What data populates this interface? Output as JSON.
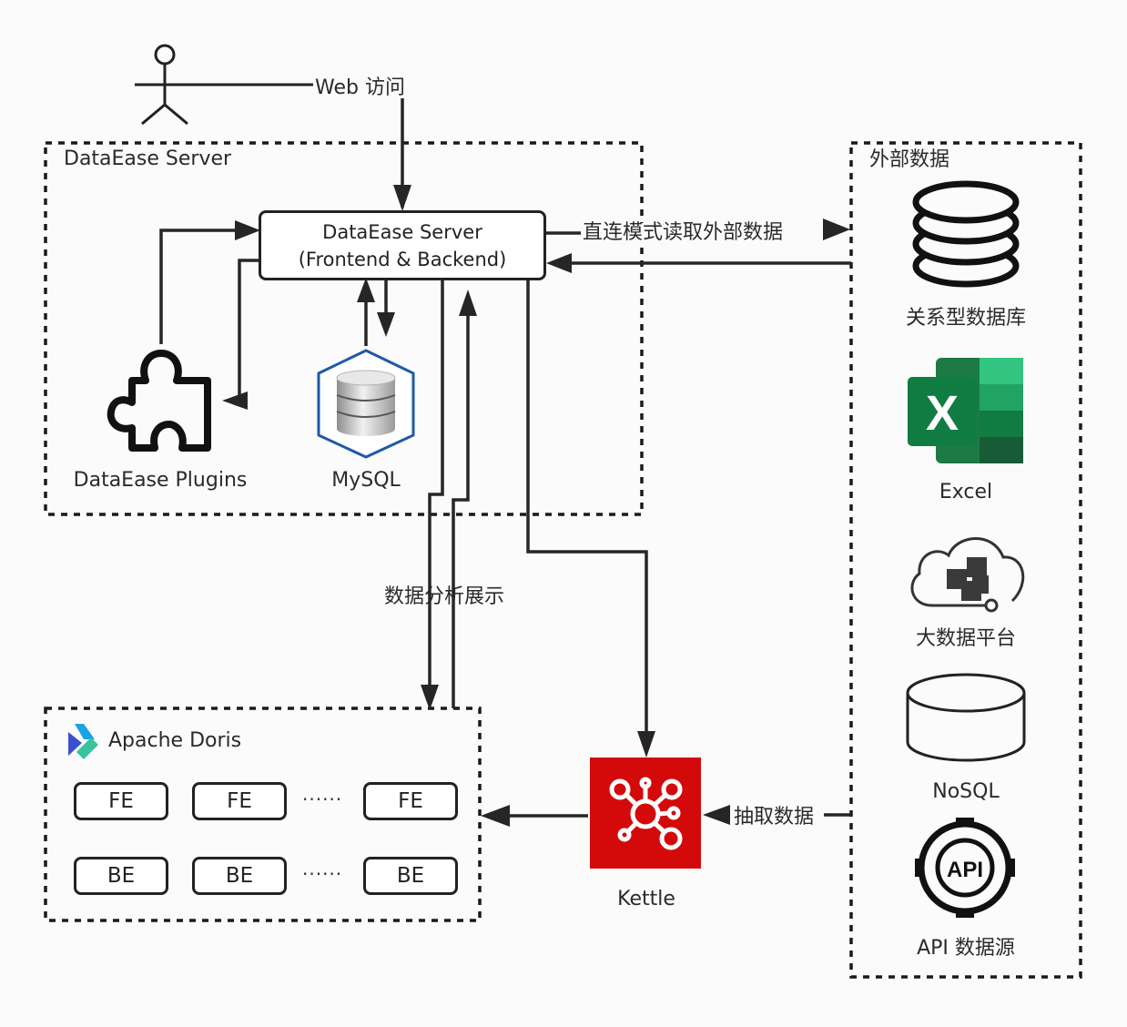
{
  "actor": {
    "icon": "user-actor-icon",
    "edge_label": "Web 访问"
  },
  "dataease_group": {
    "title": "DataEase Server",
    "server_node": {
      "line1": "DataEase Server",
      "line2": "(Frontend & Backend)"
    },
    "plugins": {
      "label": "DataEase Plugins",
      "icon": "puzzle-icon"
    },
    "mysql": {
      "label": "MySQL",
      "icon": "database-icon",
      "accent": "#1f5aa6"
    }
  },
  "external_group": {
    "title": "外部数据",
    "items": [
      {
        "label": "关系型数据库",
        "icon": "database-stack-icon"
      },
      {
        "label": "Excel",
        "icon": "excel-icon",
        "accent": "#1d7a45"
      },
      {
        "label": "大数据平台",
        "icon": "cloud-blocks-icon"
      },
      {
        "label": "NoSQL",
        "icon": "cylinder-icon"
      },
      {
        "label": "API 数据源",
        "icon": "api-gear-icon"
      }
    ]
  },
  "edges": {
    "direct_read": "直连模式读取外部数据",
    "analysis": "数据分析展示",
    "extract": "抽取数据"
  },
  "doris_group": {
    "title": "Apache Doris",
    "fe_nodes": [
      "FE",
      "FE",
      "FE"
    ],
    "be_nodes": [
      "BE",
      "BE",
      "BE"
    ],
    "ellipsis": "······"
  },
  "kettle": {
    "label": "Kettle",
    "icon": "kettle-network-icon",
    "color": "#d40a0a"
  }
}
